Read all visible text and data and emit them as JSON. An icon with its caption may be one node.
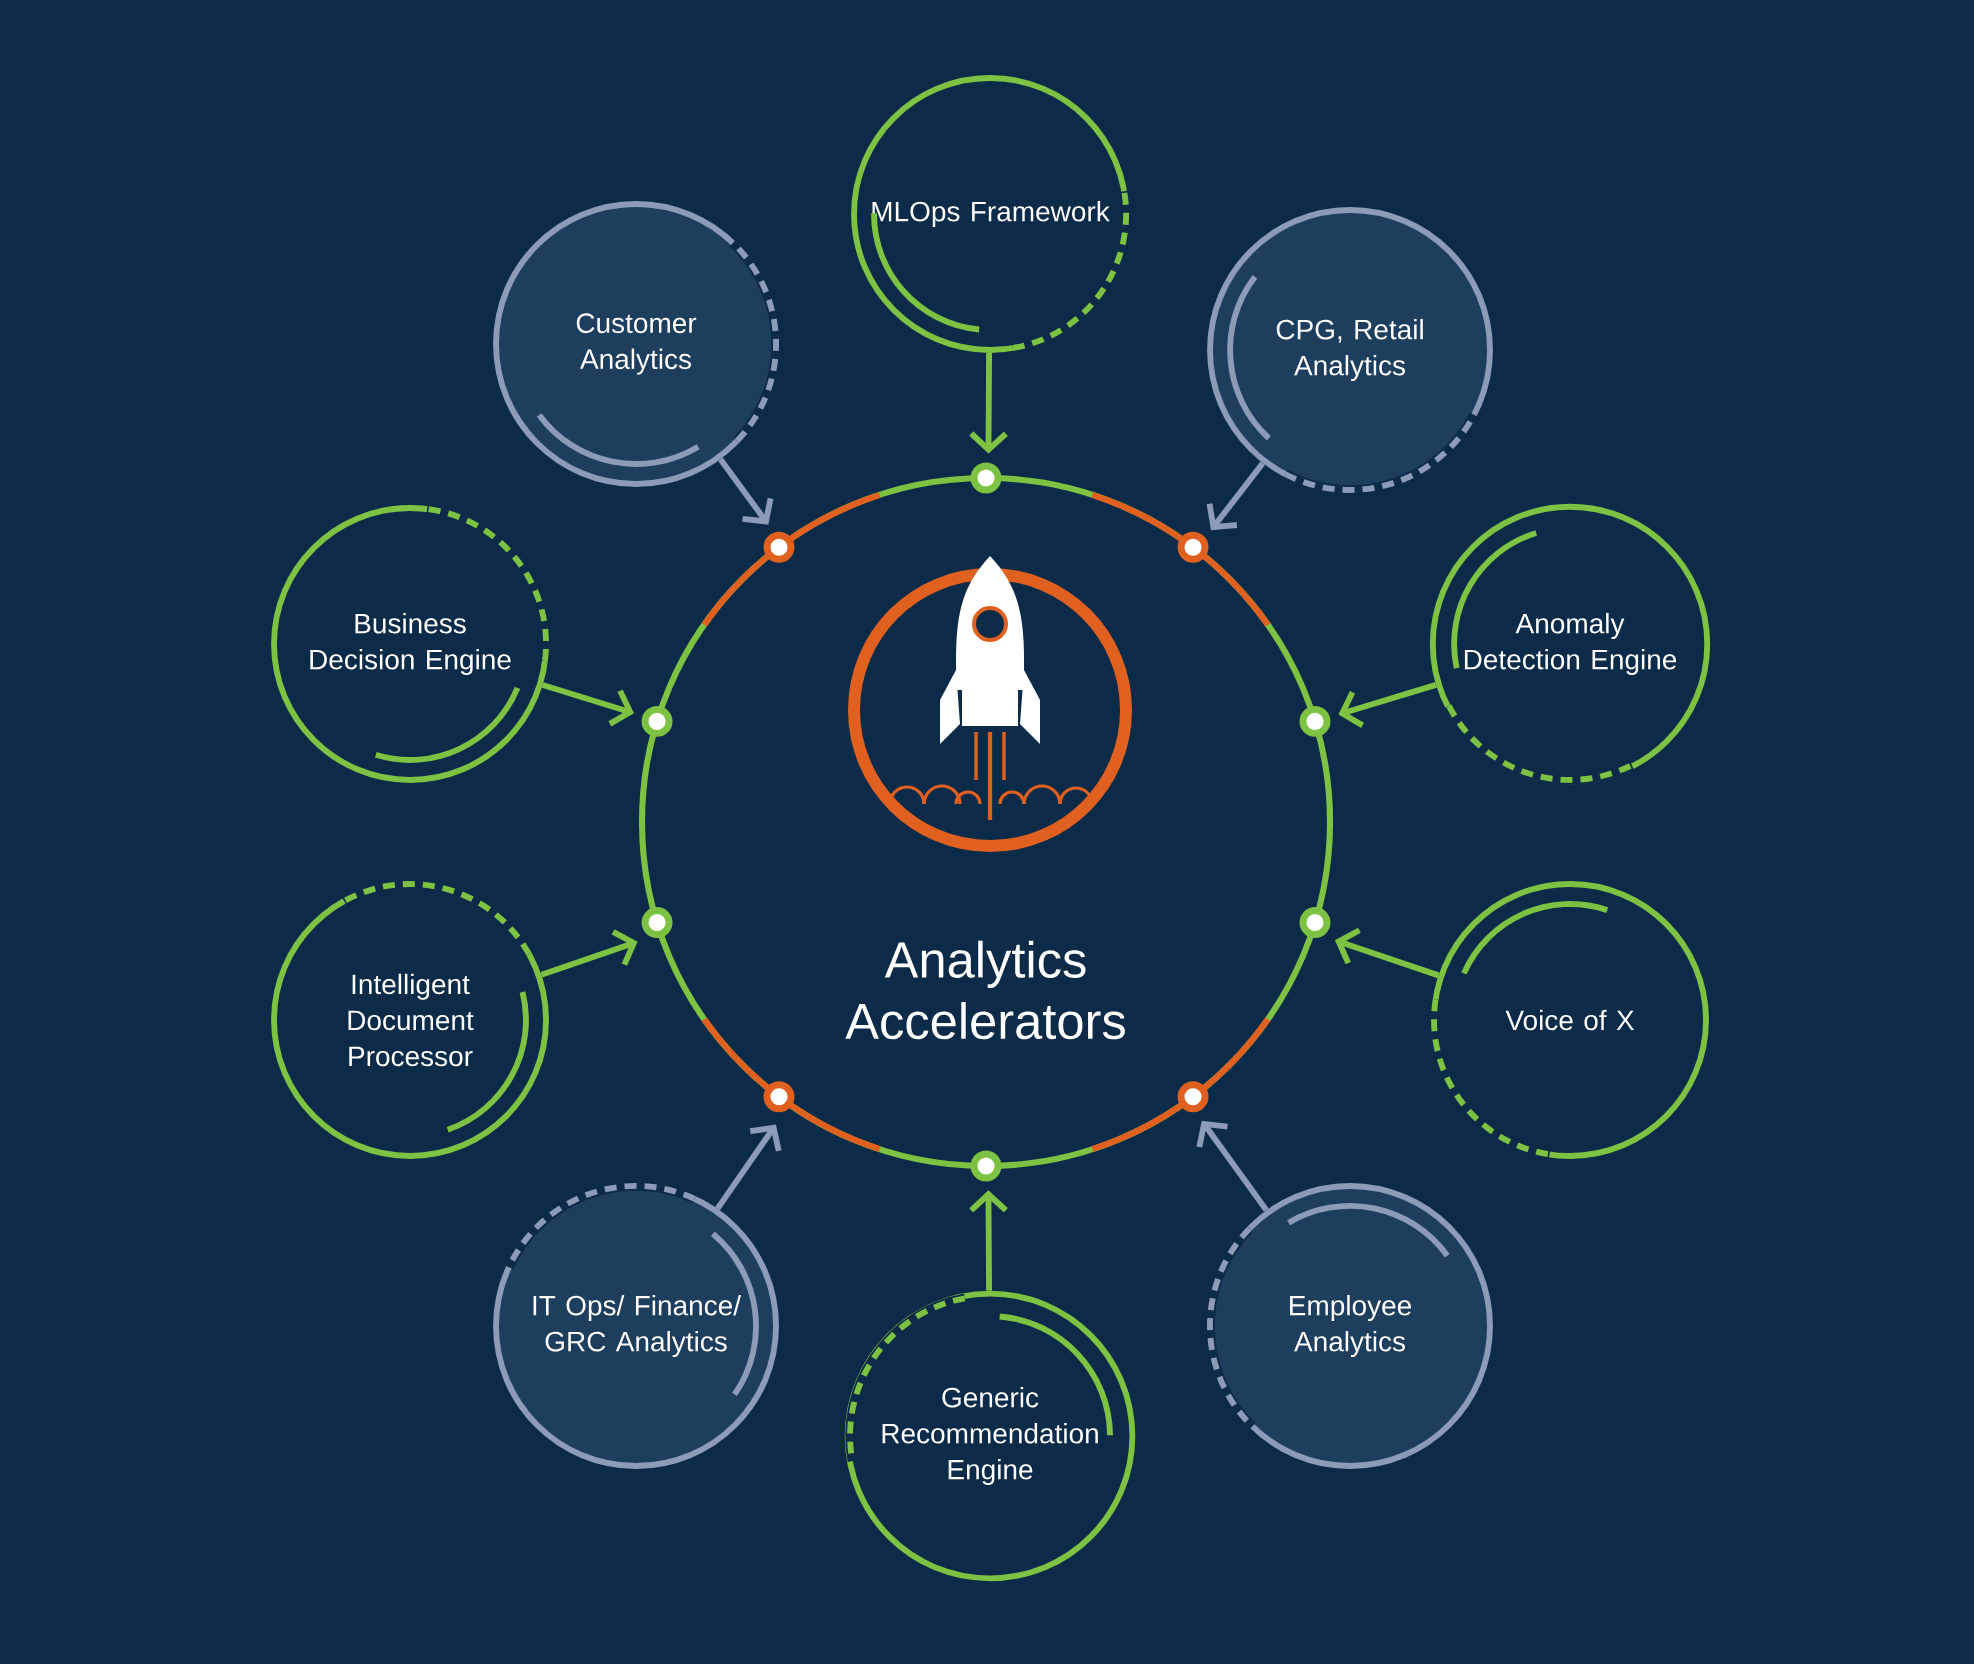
{
  "diagram": {
    "nodes": [
      {
        "text": [
          "Analytics Accelerators"
        ]
      },
      {
        "text": [
          "MLOps Framework"
        ]
      },
      {
        "text": [
          "Customer Analytics"
        ]
      },
      {
        "text": [
          "CPG, Retail Analytics"
        ]
      },
      {
        "text": [
          "Business Decision Engine"
        ]
      },
      {
        "text": [
          "Anomaly Detection Engine"
        ]
      },
      {
        "text": [
          "Intelligent Document Processor"
        ]
      },
      {
        "text": [
          "Voice of X"
        ]
      },
      {
        "text": [
          "IT Ops/ Finance/ GRC Analytics"
        ]
      },
      {
        "text": [
          "Generic Recommendation Engine"
        ]
      },
      {
        "text": [
          "Employee Analytics"
        ]
      }
    ],
    "edges": [
      {
        "from": 1,
        "to": 0,
        "arrow": "to"
      },
      {
        "from": 2,
        "to": 0,
        "arrow": "to",
        "color": "#8c9bb8"
      },
      {
        "from": 3,
        "to": 0,
        "arrow": "to",
        "color": "#8c9bb8"
      },
      {
        "from": 4,
        "to": 0,
        "arrow": "to"
      },
      {
        "from": 5,
        "to": 0,
        "arrow": "to"
      },
      {
        "from": 6,
        "to": 0,
        "arrow": "to"
      },
      {
        "from": 7,
        "to": 0,
        "arrow": "to"
      },
      {
        "from": 8,
        "to": 0,
        "arrow": "to",
        "color": "#8c9bb8"
      },
      {
        "from": 9,
        "to": 0,
        "arrow": "to"
      },
      {
        "from": 10,
        "to": 0,
        "arrow": "to",
        "color": "#8c9bb8"
      }
    ]
  }
}
